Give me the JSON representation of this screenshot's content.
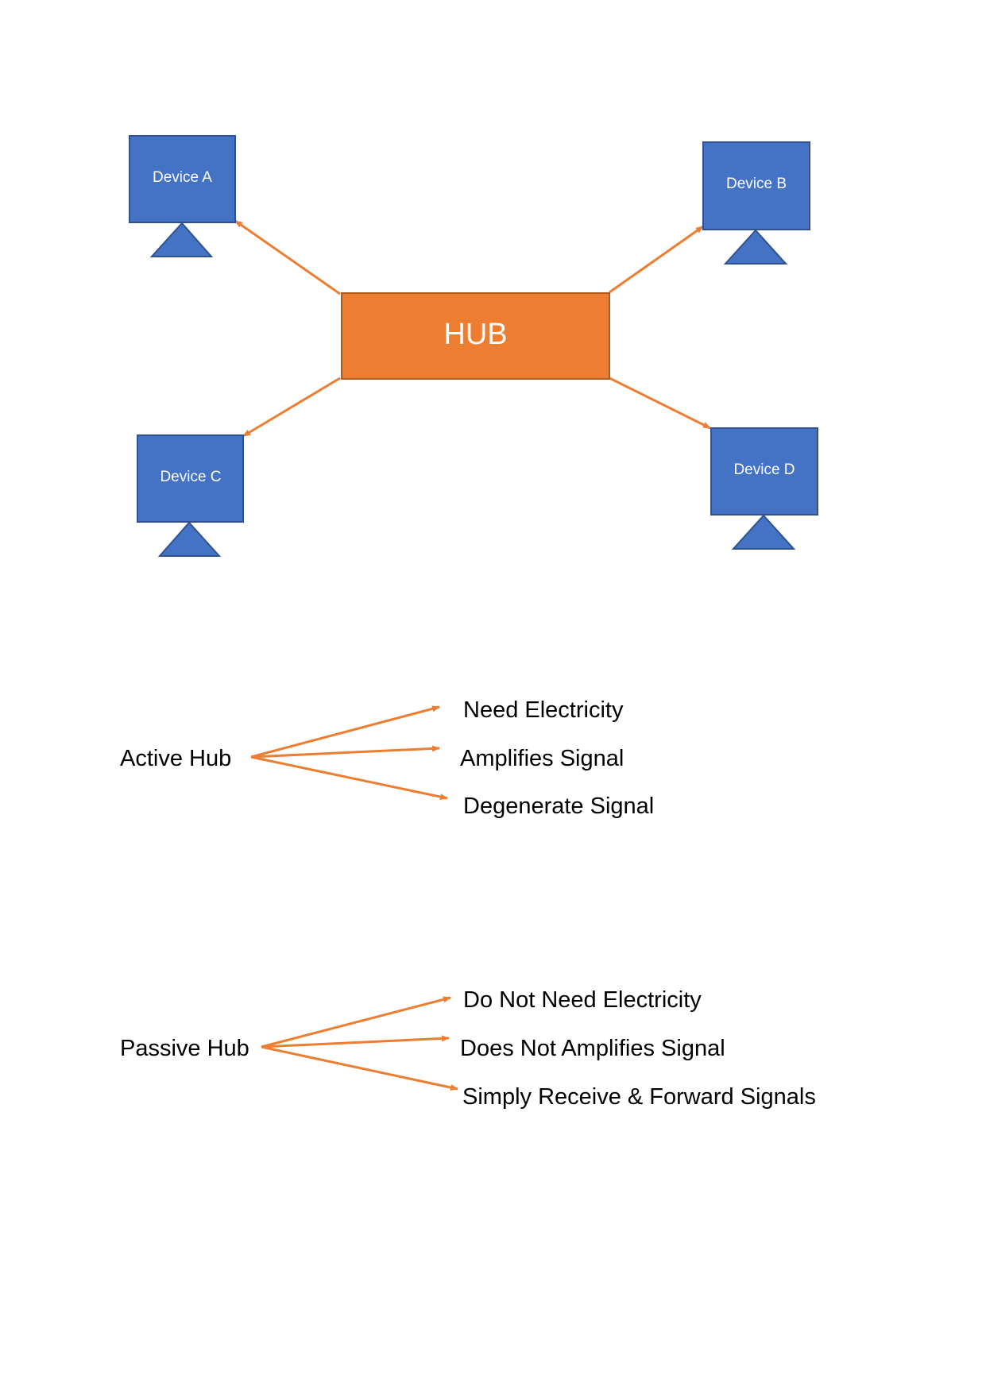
{
  "colors": {
    "device_fill": "#4472C4",
    "device_stroke": "#2F528F",
    "hub_fill": "#ED7D31",
    "hub_stroke": "#AE5A21",
    "arrow": "#ED7D31"
  },
  "diagram": {
    "hub_label": "HUB",
    "devices": {
      "a": "Device A",
      "b": "Device B",
      "c": "Device C",
      "d": "Device D"
    }
  },
  "active_hub": {
    "label": "Active Hub",
    "items": [
      "Need Electricity",
      "Amplifies Signal",
      "Degenerate Signal"
    ]
  },
  "passive_hub": {
    "label": "Passive Hub",
    "items": [
      "Do Not Need Electricity",
      "Does Not Amplifies Signal",
      "Simply Receive & Forward Signals"
    ]
  }
}
